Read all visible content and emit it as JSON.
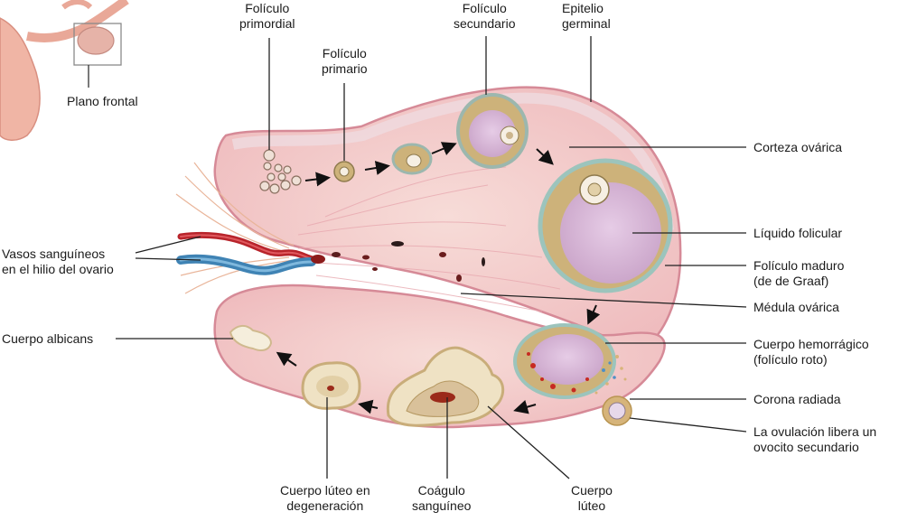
{
  "inset": {
    "label": "Plano frontal"
  },
  "labels": {
    "foliculo_primordial": [
      "Folículo",
      "primordial"
    ],
    "foliculo_primario": [
      "Folículo",
      "primario"
    ],
    "foliculo_secundario": [
      "Folículo",
      "secundario"
    ],
    "epitelio_germinal": [
      "Epitelio",
      "germinal"
    ],
    "corteza_ovarica": [
      "Corteza ovárica"
    ],
    "liquido_folicular": [
      "Líquido folicular"
    ],
    "foliculo_maduro": [
      "Folículo maduro",
      "(de de Graaf)"
    ],
    "medula_ovarica": [
      "Médula ovárica"
    ],
    "cuerpo_hemorragico": [
      "Cuerpo hemorrágico",
      "(folículo roto)"
    ],
    "corona_radiada": [
      "Corona radiada"
    ],
    "ovulacion": [
      "La ovulación libera un",
      "ovocito secundario"
    ],
    "vasos_sanguineos": [
      "Vasos sanguíneos",
      "en el hilio del ovario"
    ],
    "cuerpo_albicans": [
      "Cuerpo albicans"
    ],
    "cuerpo_luteo_degeneracion": [
      "Cuerpo lúteo en",
      "degeneración"
    ],
    "coagulo_sanguineo": [
      "Coágulo",
      "sanguíneo"
    ],
    "cuerpo_luteo": [
      "Cuerpo",
      "lúteo"
    ]
  },
  "colors": {
    "ovary_fill": "#f1c4c4",
    "cortex": "#ecd3d6",
    "medulla": "#f6dbd7",
    "follicle_fluid": "#d9b8d8",
    "granulosa": "#cdb27a",
    "artery": "#b8242b",
    "vein": "#3f83b4",
    "clot": "#9b2a1a",
    "luteal": "#efe2c4",
    "inset_tissue": "#f3b9aa",
    "leader_line": "#222222"
  }
}
